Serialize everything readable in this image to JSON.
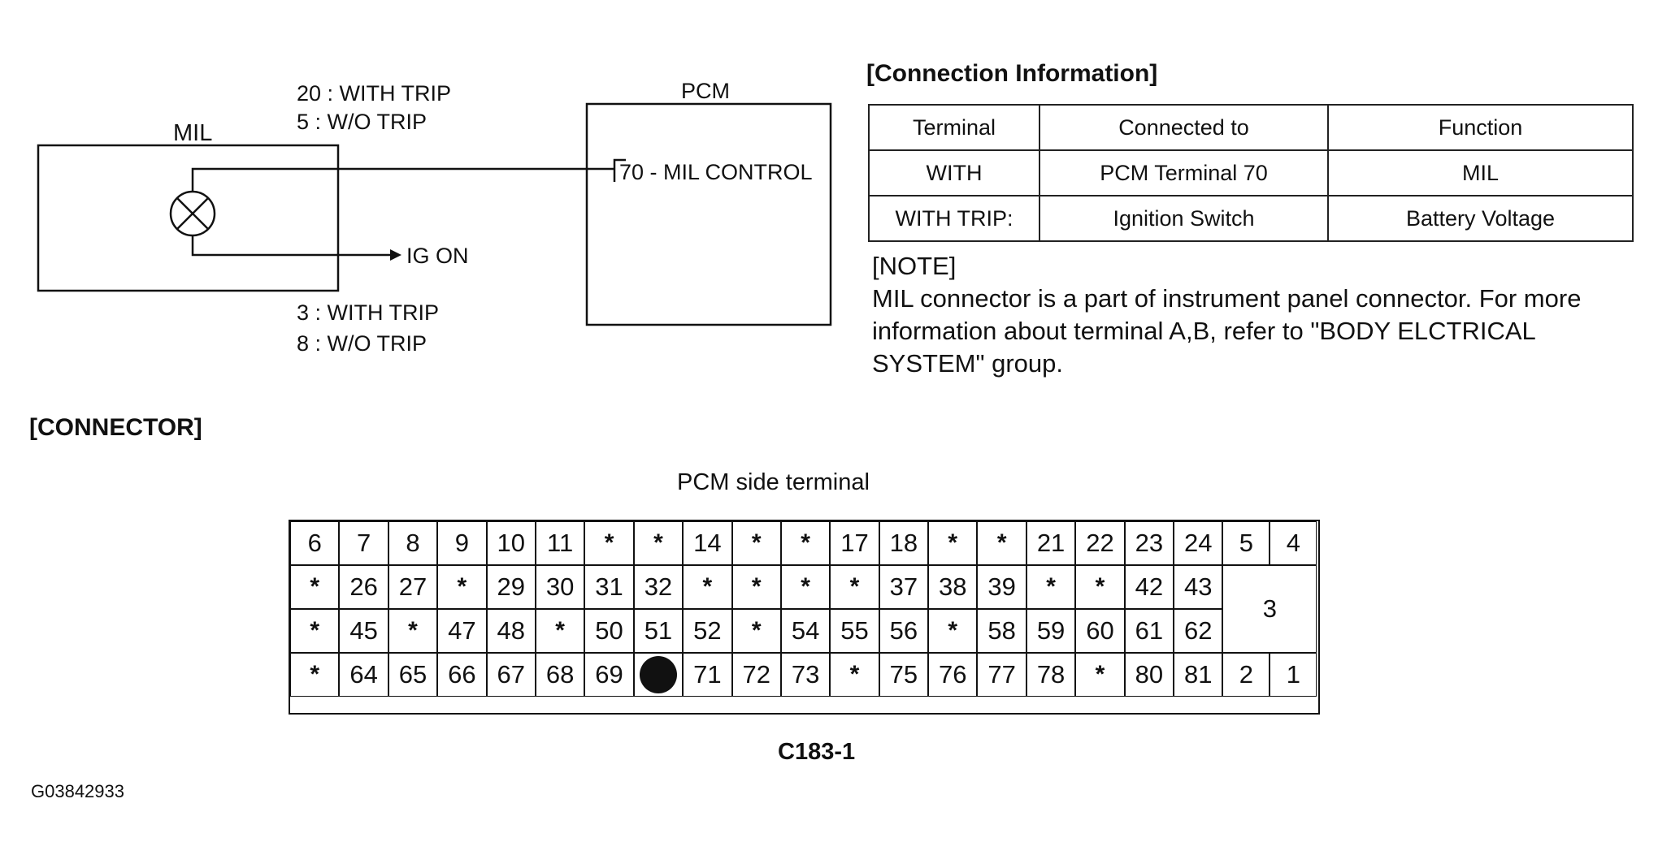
{
  "mil": {
    "label": "MIL",
    "top_pin_line1": "20 : WITH TRIP",
    "top_pin_line2": "5 : W/O TRIP",
    "bottom_pin_line1": "3 : WITH TRIP",
    "bottom_pin_line2": "8 : W/O TRIP",
    "ig_label": "IG ON"
  },
  "pcm": {
    "label": "PCM",
    "terminal_label": "70 - MIL CONTROL"
  },
  "connection_info": {
    "title": "[Connection Information]",
    "headers": [
      "Terminal",
      "Connected to",
      "Function"
    ],
    "rows": [
      [
        "WITH",
        "PCM Terminal 70",
        "MIL"
      ],
      [
        "WITH TRIP:",
        "Ignition Switch",
        "Battery Voltage"
      ]
    ]
  },
  "note": {
    "head": "[NOTE]",
    "text": "MIL connector is a part of instrument panel connector. For more information about terminal A,B, refer to \"BODY ELCTRICAL SYSTEM\" group."
  },
  "connector": {
    "title": "[CONNECTOR]",
    "subtitle": "PCM side terminal",
    "name": "C183-1",
    "rows": [
      [
        "6",
        "7",
        "8",
        "9",
        "10",
        "11",
        "*",
        "*",
        "14",
        "*",
        "*",
        "17",
        "18",
        "*",
        "*",
        "21",
        "22",
        "23",
        "24",
        "5",
        "4"
      ],
      [
        "*",
        "26",
        "27",
        "*",
        "29",
        "30",
        "31",
        "32",
        "*",
        "*",
        "*",
        "*",
        "37",
        "38",
        "39",
        "*",
        "*",
        "42",
        "43"
      ],
      [
        "*",
        "45",
        "*",
        "47",
        "48",
        "*",
        "50",
        "51",
        "52",
        "*",
        "54",
        "55",
        "56",
        "*",
        "58",
        "59",
        "60",
        "61",
        "62"
      ],
      [
        "*",
        "64",
        "65",
        "66",
        "67",
        "68",
        "69",
        "●",
        "71",
        "72",
        "73",
        "*",
        "75",
        "76",
        "77",
        "78",
        "*",
        "80",
        "81",
        "2",
        "1"
      ]
    ],
    "merged_pin": "3"
  },
  "figure_id": "G03842933"
}
